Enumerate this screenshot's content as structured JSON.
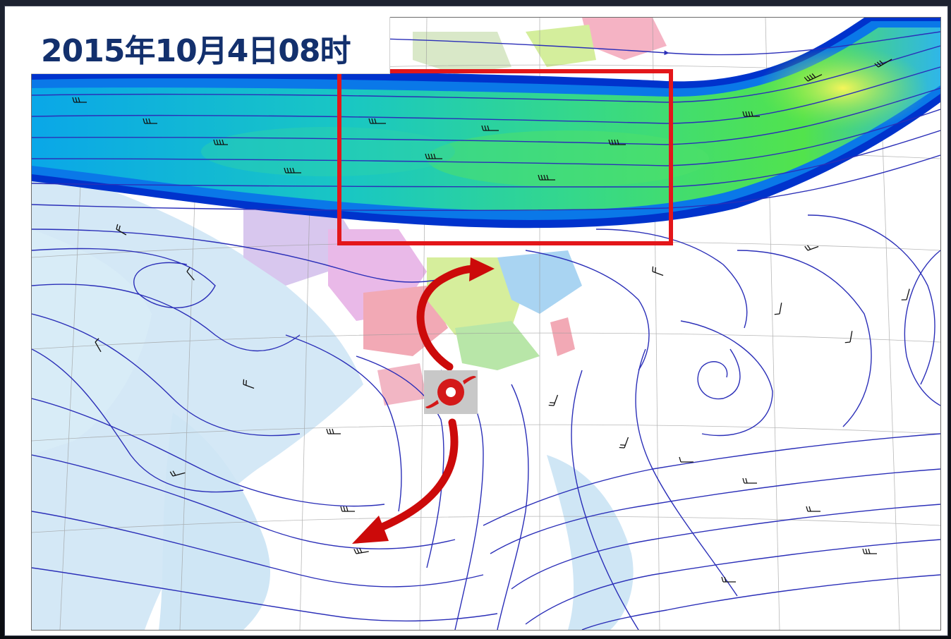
{
  "map": {
    "title": "2015年10月4日08时",
    "colors": {
      "jet_core": "#f3f35a",
      "jet_mid": "#3fe07a",
      "jet_outer": "#00a9f0",
      "jet_edge": "#0033cc",
      "streamline": "#2b2fb8",
      "wind_barb": "#111111",
      "highlight_box": "#e3161a",
      "track_arrow": "#cc0a0a",
      "typhoon_symbol": "#d41919",
      "ocean_shading": "#cfe6f5",
      "title_text": "#13306d"
    },
    "layers": [
      "jet-stream-band",
      "streamlines",
      "wind-barbs",
      "province-shading",
      "lat-lon-grid"
    ],
    "highlight_box": "jet-stream-core-region",
    "typhoon": {
      "icon": "typhoon-icon",
      "track_options": [
        "recurve-north",
        "move-southwest"
      ]
    }
  }
}
